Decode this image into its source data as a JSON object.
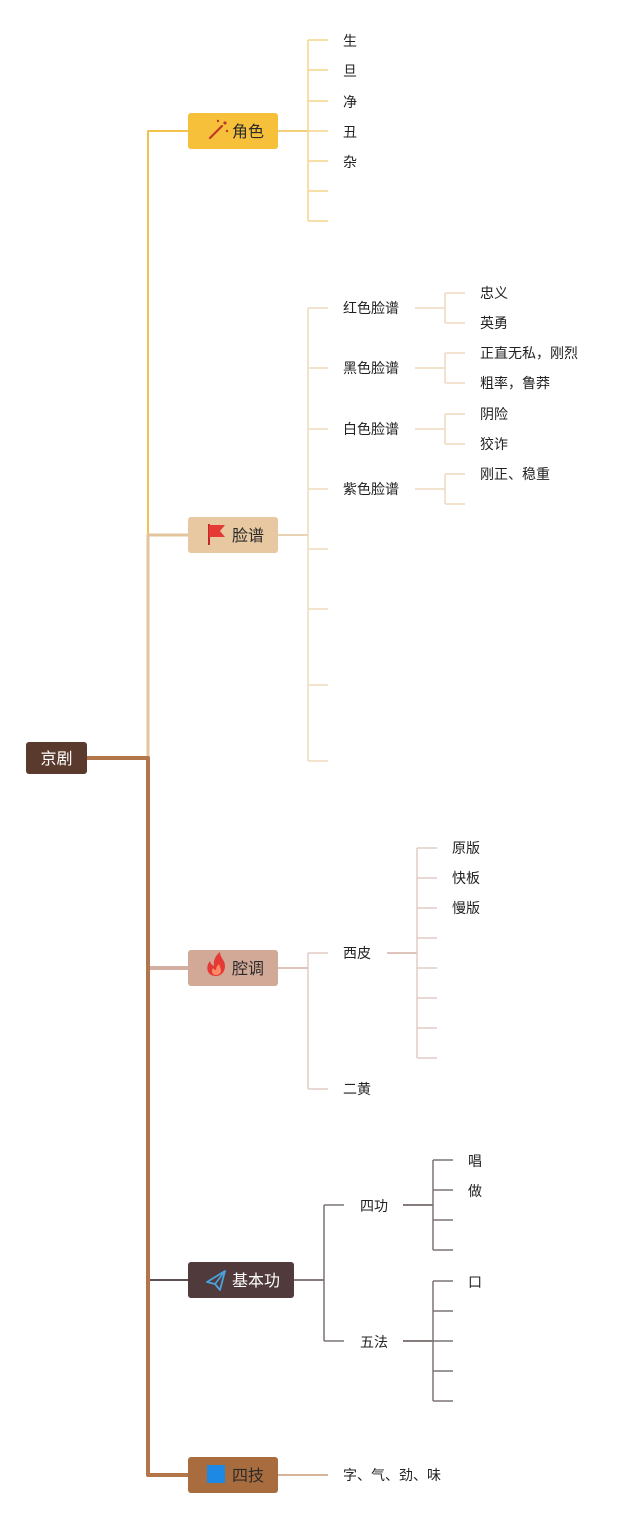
{
  "root": {
    "label": "京剧",
    "color": "#5b3a2e",
    "text_color": "#ffffff"
  },
  "branches": [
    {
      "id": "roles",
      "label": "角色",
      "icon": "magic-wand-icon",
      "box_color": "#f7c03a",
      "line_color": "#f2c14e",
      "leaf_color": "#f3d58a",
      "children": [
        {
          "label": "生"
        },
        {
          "label": "旦"
        },
        {
          "label": "净"
        },
        {
          "label": "丑"
        },
        {
          "label": "杂"
        },
        {
          "label": ""
        },
        {
          "label": ""
        }
      ]
    },
    {
      "id": "facial-makeup",
      "label": "脸谱",
      "icon": "red-flag-icon",
      "box_color": "#e8c8a0",
      "line_color": "#e3c49c",
      "leaf_color": "#efd9bd",
      "children": [
        {
          "label": "红色脸谱",
          "children": [
            {
              "label": "忠义"
            },
            {
              "label": "英勇"
            }
          ]
        },
        {
          "label": "黑色脸谱",
          "children": [
            {
              "label": "正直无私，刚烈"
            },
            {
              "label": "粗率，鲁莽"
            }
          ]
        },
        {
          "label": "白色脸谱",
          "children": [
            {
              "label": "阴险"
            },
            {
              "label": "狡诈"
            }
          ]
        },
        {
          "label": "紫色脸谱",
          "children": [
            {
              "label": "刚正、稳重"
            },
            {
              "label": ""
            }
          ]
        },
        {
          "label": ""
        },
        {
          "label": ""
        },
        {
          "label": ""
        },
        {
          "label": ""
        }
      ]
    },
    {
      "id": "tune",
      "label": "腔调",
      "icon": "fire-icon",
      "box_color": "#d2a896",
      "line_color": "#d4b0a3",
      "leaf_color": "#e2ccc5",
      "children": [
        {
          "label": "西皮",
          "children": [
            {
              "label": "原版"
            },
            {
              "label": "快板"
            },
            {
              "label": "慢版"
            },
            {
              "label": ""
            },
            {
              "label": ""
            },
            {
              "label": ""
            },
            {
              "label": ""
            },
            {
              "label": ""
            }
          ]
        },
        {
          "label": "二黄"
        }
      ]
    },
    {
      "id": "basic-skills",
      "label": "基本功",
      "icon": "paper-plane-icon",
      "box_color": "#503a3c",
      "line_color": "#5e5050",
      "leaf_color": "#7d7373",
      "text_color": "#ffffff",
      "children": [
        {
          "label": "四功",
          "children": [
            {
              "label": "唱"
            },
            {
              "label": "做"
            },
            {
              "label": ""
            },
            {
              "label": ""
            }
          ]
        },
        {
          "label": "五法",
          "children": [
            {
              "label": "口"
            },
            {
              "label": ""
            },
            {
              "label": ""
            },
            {
              "label": ""
            },
            {
              "label": ""
            }
          ]
        }
      ]
    },
    {
      "id": "four-skills",
      "label": "四技",
      "icon": "blue-square-icon",
      "box_color": "#a86c3e",
      "line_color": "#b2764a",
      "leaf_color": "#c89b78",
      "children": [
        {
          "label": "字、气、劲、味"
        }
      ]
    }
  ]
}
